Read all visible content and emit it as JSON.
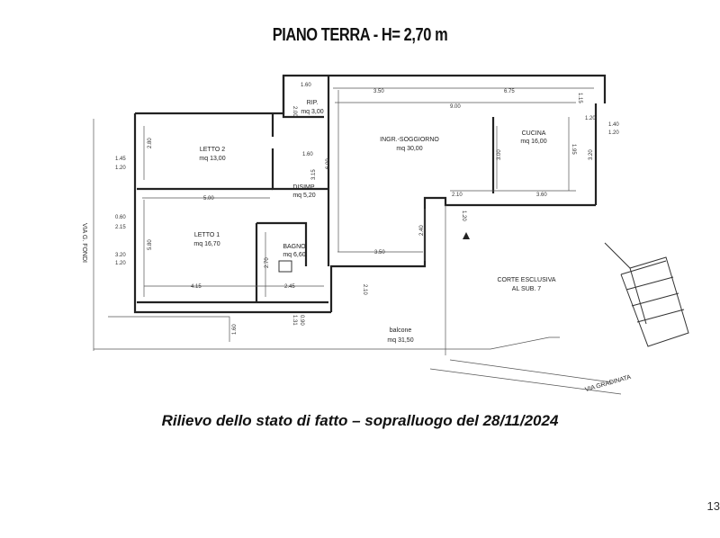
{
  "title": "PIANO TERRA - H= 2,70 m",
  "caption": "Rilievo dello stato di fatto – sopralluogo del 28/11/2024",
  "page_number": "13",
  "rooms": {
    "letto2": {
      "name": "LETTO 2",
      "area": "mq 13,00"
    },
    "letto1": {
      "name": "LETTO 1",
      "area": "mq 16,70"
    },
    "rip": {
      "name": "RIP.",
      "area": "mq 3,00"
    },
    "disimp": {
      "name": "DISIMP.",
      "area": "mq 5,20"
    },
    "bagno": {
      "name": "BAGNO",
      "area": "mq 6,60"
    },
    "ingr": {
      "name": "INGR.-SOGGIORNO",
      "area": "mq 30,00"
    },
    "cucina": {
      "name": "CUCINA",
      "area": "mq 16,00"
    },
    "balcone": {
      "name": "balcone",
      "area": "mq 31,50"
    },
    "corte": {
      "line1": "CORTE ESCLUSIVA",
      "line2": "AL SUB. 7"
    }
  },
  "streets": {
    "via_fondi": "VIA G. FONDI",
    "via_gradinata": "VIA GRADINATA"
  },
  "dimensions": {
    "d160a": "1.60",
    "d200a": "2.00",
    "d160b": "1.60",
    "d350a": "3.50",
    "d675": "6.75",
    "d115": "1.15",
    "d900": "9.00",
    "d120a": "1.20",
    "d160c": "1.60",
    "d280": "2.80",
    "d315": "3.15",
    "d600": "6.00",
    "d145": "1.45",
    "d120b": "1.20",
    "d500": "5.00",
    "d210a": "2.10",
    "d360": "3.60",
    "d300": "3.00",
    "d320": "3.20",
    "d195": "1.95",
    "d140": "1.40",
    "d120c": "1.20",
    "d060": "0.60",
    "d215": "2.15",
    "d320b": "3.20",
    "d120d": "1.20",
    "d580": "5.80",
    "d240": "2.40",
    "d350b": "3.50",
    "d270": "2.70",
    "d415": "4.15",
    "d245": "2.45",
    "d210b": "2.10",
    "d131": "1.31",
    "d090": "0.90",
    "d160d": "1.60",
    "d120e": "1.20"
  }
}
